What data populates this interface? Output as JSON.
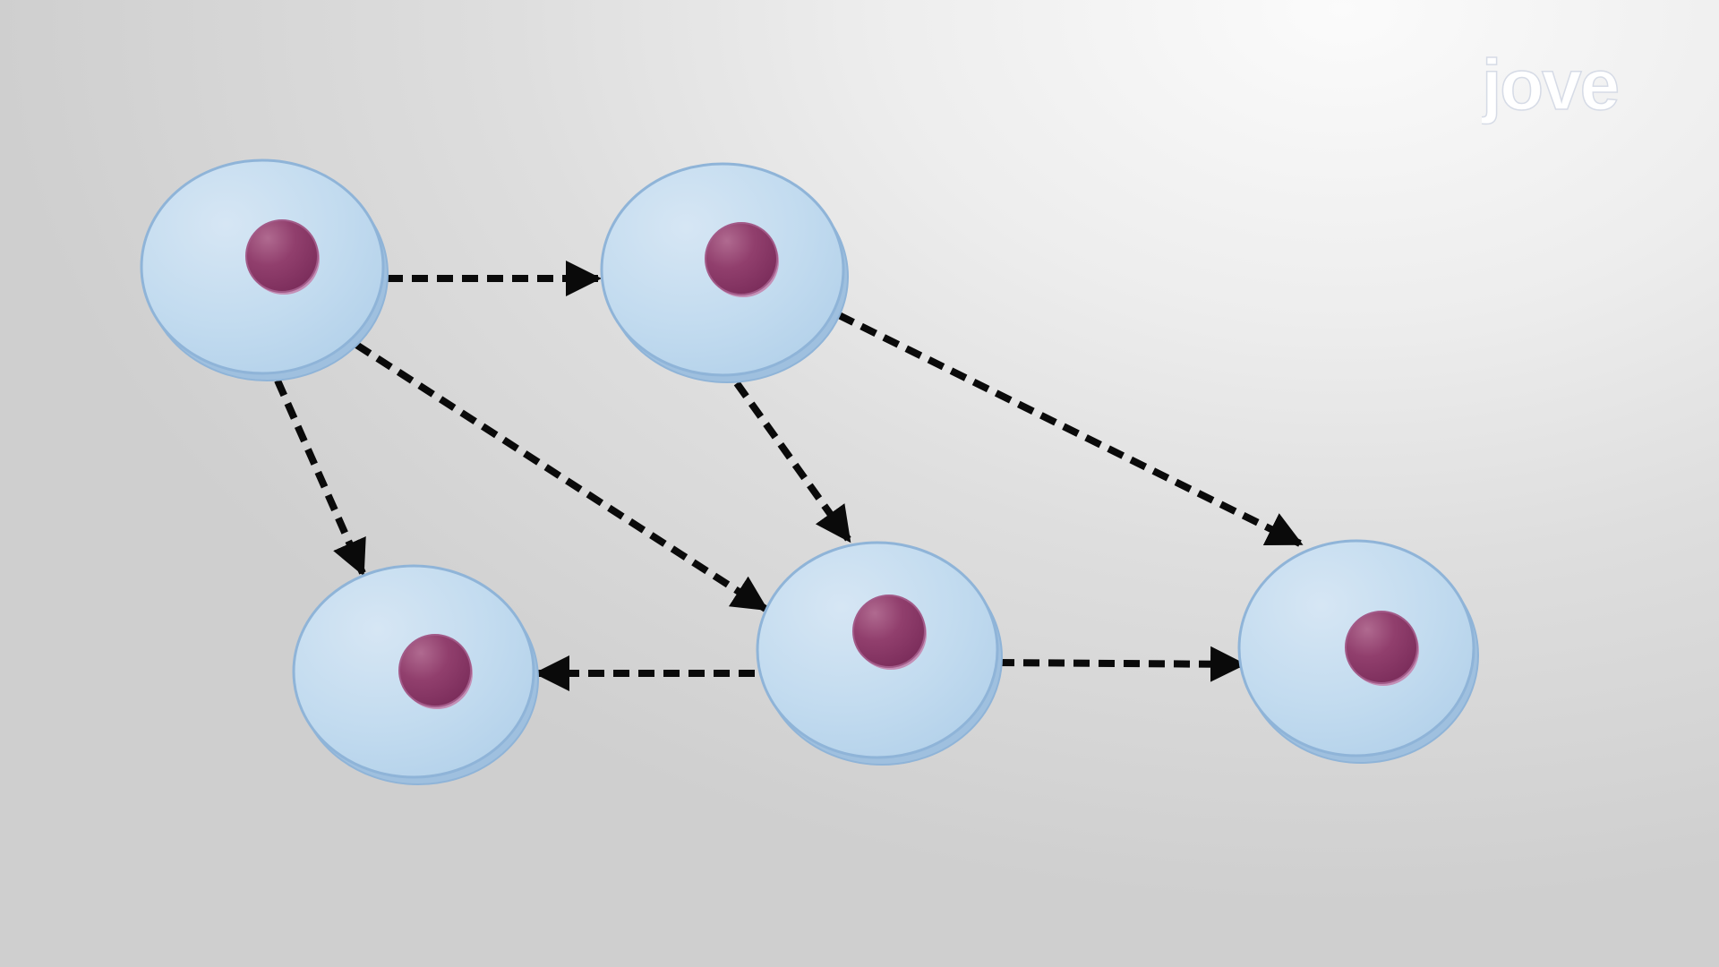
{
  "cells": [
    {
      "id": "cell-1",
      "label": ""
    },
    {
      "id": "cell-2",
      "label": ""
    },
    {
      "id": "cell-3",
      "label": ""
    },
    {
      "id": "cell-4",
      "label": ""
    },
    {
      "id": "cell-5",
      "label": ""
    }
  ],
  "edges": [
    {
      "from": "cell-1",
      "to": "cell-2"
    },
    {
      "from": "cell-1",
      "to": "cell-3"
    },
    {
      "from": "cell-1",
      "to": "cell-4"
    },
    {
      "from": "cell-2",
      "to": "cell-4"
    },
    {
      "from": "cell-2",
      "to": "cell-5"
    },
    {
      "from": "cell-4",
      "to": "cell-3"
    },
    {
      "from": "cell-4",
      "to": "cell-5"
    }
  ],
  "logo": {
    "text": "jove"
  },
  "colors": {
    "cell_fill": "#bcd7ec",
    "cell_outline": "#8fb4d8",
    "nucleus_fill": "#8b3a68",
    "arrow": "#0a0a0a"
  }
}
